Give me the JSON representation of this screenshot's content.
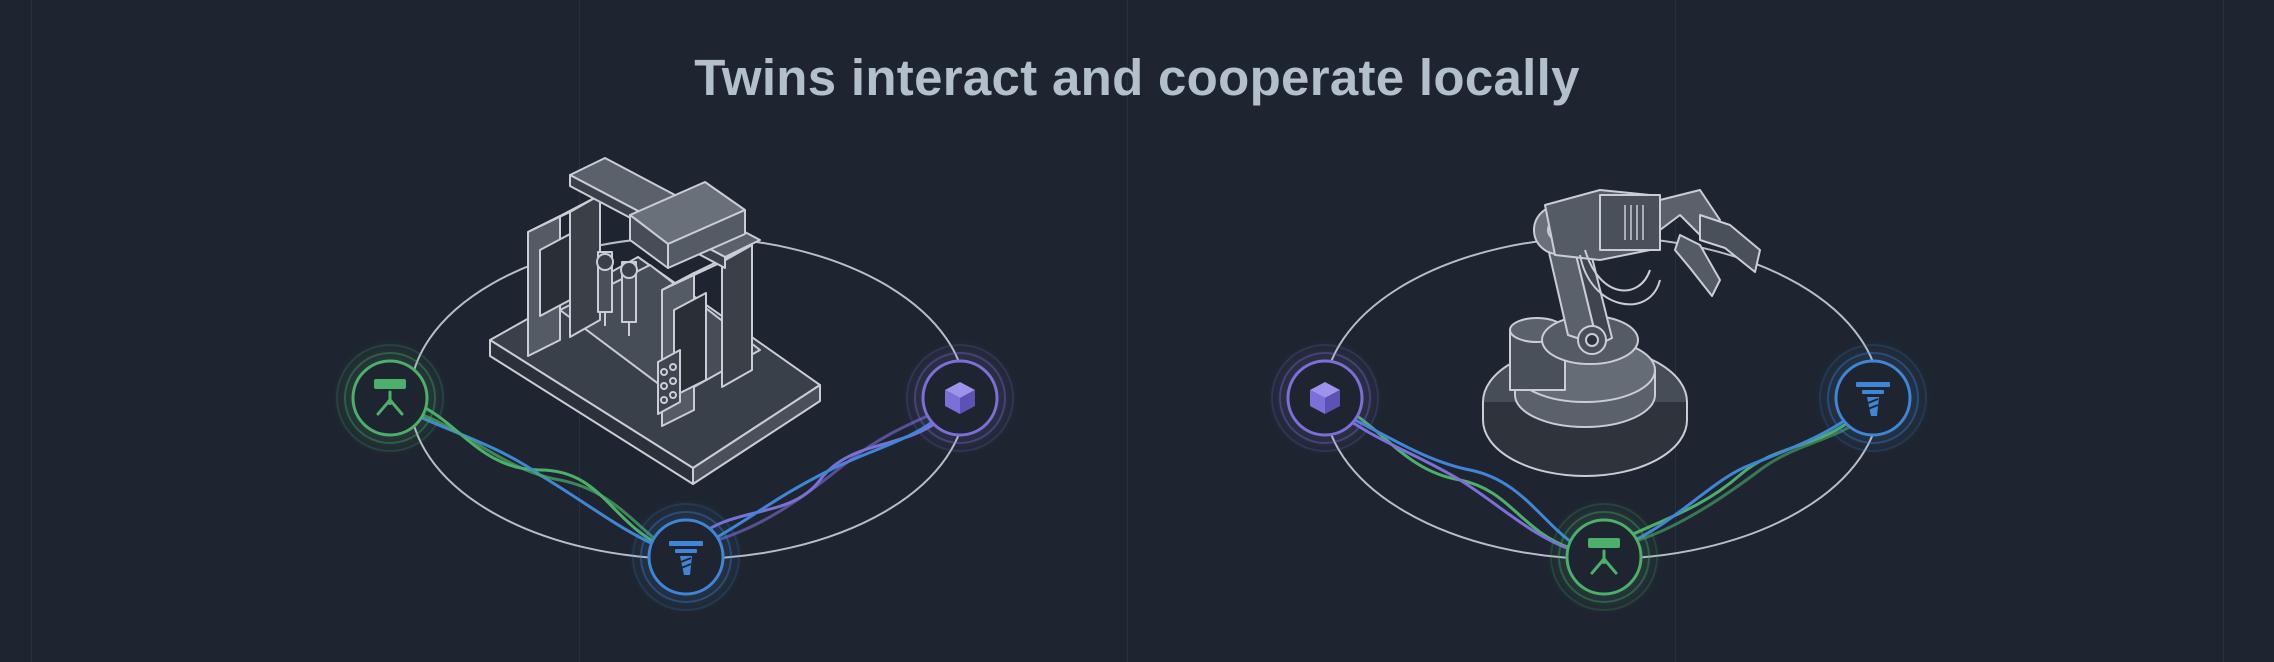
{
  "title": "Twins interact and cooperate locally",
  "colors": {
    "background": "#1e2530",
    "title": "#b4bfcc",
    "green": "#4caf6a",
    "blue": "#3f86d6",
    "purple": "#7b6fd8",
    "outline": "#b8bec7"
  },
  "groups": [
    {
      "machine": "gantry-machine",
      "nodes": [
        {
          "kind": "gripper",
          "color": "green",
          "icon": "gripper-icon"
        },
        {
          "kind": "cube",
          "color": "purple",
          "icon": "cube-icon"
        },
        {
          "kind": "drill",
          "color": "blue",
          "icon": "drill-icon"
        }
      ]
    },
    {
      "machine": "robot-arm",
      "nodes": [
        {
          "kind": "cube",
          "color": "purple",
          "icon": "cube-icon"
        },
        {
          "kind": "drill",
          "color": "blue",
          "icon": "drill-icon"
        },
        {
          "kind": "gripper",
          "color": "green",
          "icon": "gripper-icon"
        }
      ]
    }
  ]
}
